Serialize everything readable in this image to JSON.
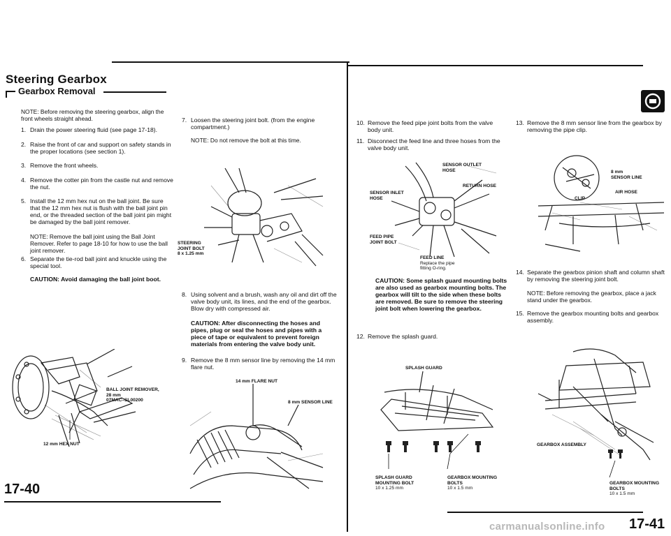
{
  "header": {
    "title": "Steering Gearbox",
    "subtitle": "Gearbox Removal"
  },
  "left_page": {
    "intro_note": "NOTE: Before removing the steering gearbox, align the front wheels straight ahead.",
    "steps": [
      {
        "n": "1.",
        "text": "Drain the power steering fluid (see page 17-18)."
      },
      {
        "n": "2.",
        "text": "Raise the front of car and support on safety stands in the proper locations (see section 1)."
      },
      {
        "n": "3.",
        "text": "Remove the front wheels."
      },
      {
        "n": "4.",
        "text": "Remove the cotter pin from the castle nut and remove the nut."
      },
      {
        "n": "5.",
        "text": "Install the 12 mm hex nut on the ball joint. Be sure that the 12 mm hex nut is flush with the ball joint pin end, or the threaded section of the ball joint pin might be damaged by the ball joint remover."
      },
      {
        "n": "",
        "text": "NOTE: Remove the ball joint using the Ball Joint Remover. Refer to page 18-10 for how to use the ball joint remover."
      },
      {
        "n": "6.",
        "text": "Separate the tie-rod ball joint and knuckle using the special tool."
      }
    ],
    "caution": "CAUTION: Avoid damaging the ball joint boot.",
    "callouts": {
      "remover_1": "BALL JOINT REMOVER,",
      "remover_2": "28 mm",
      "remover_3": "07MAC–SL00200",
      "hex_nut": "12 mm HEX NUT"
    },
    "page_number": "17-40"
  },
  "col2": {
    "step7": {
      "n": "7.",
      "text": "Loosen the steering joint bolt. (from the engine compartment.)"
    },
    "note7": "NOTE: Do not remove the bolt at this time.",
    "callout_bolt_1": "STEERING",
    "callout_bolt_2": "JOINT BOLT",
    "callout_bolt_3": "8 x 1.25 mm",
    "step8": {
      "n": "8.",
      "text": "Using solvent and a brush, wash any oil and dirt off the valve body unit, its lines, and the end of the gearbox. Blow dry with compressed air."
    },
    "caution8": "CAUTION: After disconnecting the hoses and pipes, plug or seal the hoses and pipes with a piece of tape or equivalent to prevent foreign materials from entering the valve body unit.",
    "step9": {
      "n": "9.",
      "text": "Remove the 8 mm sensor line by removing the 14 mm flare nut."
    },
    "callout_flare": "14 mm FLARE NUT",
    "callout_sensor": "8 mm SENSOR LINE"
  },
  "col3": {
    "step10": {
      "n": "10.",
      "text": "Remove the feed pipe joint bolts from the valve body unit."
    },
    "step11": {
      "n": "11.",
      "text": "Disconnect the feed line and three hoses from the valve body unit."
    },
    "callout_outlet_1": "SENSOR OUTLET",
    "callout_outlet_2": "HOSE",
    "callout_return": "RETURN HOSE",
    "callout_inlet_1": "SENSOR INLET",
    "callout_inlet_2": "HOSE",
    "callout_feedpipe_1": "FEED PIPE",
    "callout_feedpipe_2": "JOINT BOLT",
    "callout_feedline_1": "FEED LINE",
    "callout_feedline_2": "Replace the pipe",
    "callout_feedline_3": "fitting O-ring.",
    "caution": "CAUTION: Some splash guard mounting bolts are also used as gearbox mounting bolts. The gearbox will tilt to the side when these bolts are removed. Be sure to remove the steering joint bolt when lowering the gearbox.",
    "step12": {
      "n": "12.",
      "text": "Remove the splash guard."
    },
    "callout_splash": "SPLASH GUARD",
    "callout_sgbolt_1": "SPLASH GUARD",
    "callout_sgbolt_2": "MOUNTING BOLT",
    "callout_sgbolt_3": "10 x 1.25 mm",
    "callout_gbbolt_1": "GEARBOX MOUNTING",
    "callout_gbbolt_2": "BOLTS",
    "callout_gbbolt_3": "10 x 1.5 mm"
  },
  "col4": {
    "step13": {
      "n": "13.",
      "text": "Remove the 8 mm sensor line from the gearbox by removing the pipe clip."
    },
    "callout_8mm_1": "8 mm",
    "callout_8mm_2": "SENSOR LINE",
    "callout_airhose": "AIR HOSE",
    "callout_clip": "CLIP",
    "step14": {
      "n": "14.",
      "text": "Separate the gearbox pinion shaft and column shaft by removing the steering joint bolt."
    },
    "note14": "NOTE: Before removing the gearbox, place a jack stand under the gearbox.",
    "step15": {
      "n": "15.",
      "text": "Remove the gearbox mounting bolts and gearbox assembly."
    },
    "callout_assembly": "GEARBOX ASSEMBLY",
    "callout_mount_1": "GEARBOX MOUNTING",
    "callout_mount_2": "BOLTS",
    "callout_mount_3": "10 x 1.5 mm",
    "page_number": "17-41"
  },
  "watermark": "carmanualsonline.info"
}
